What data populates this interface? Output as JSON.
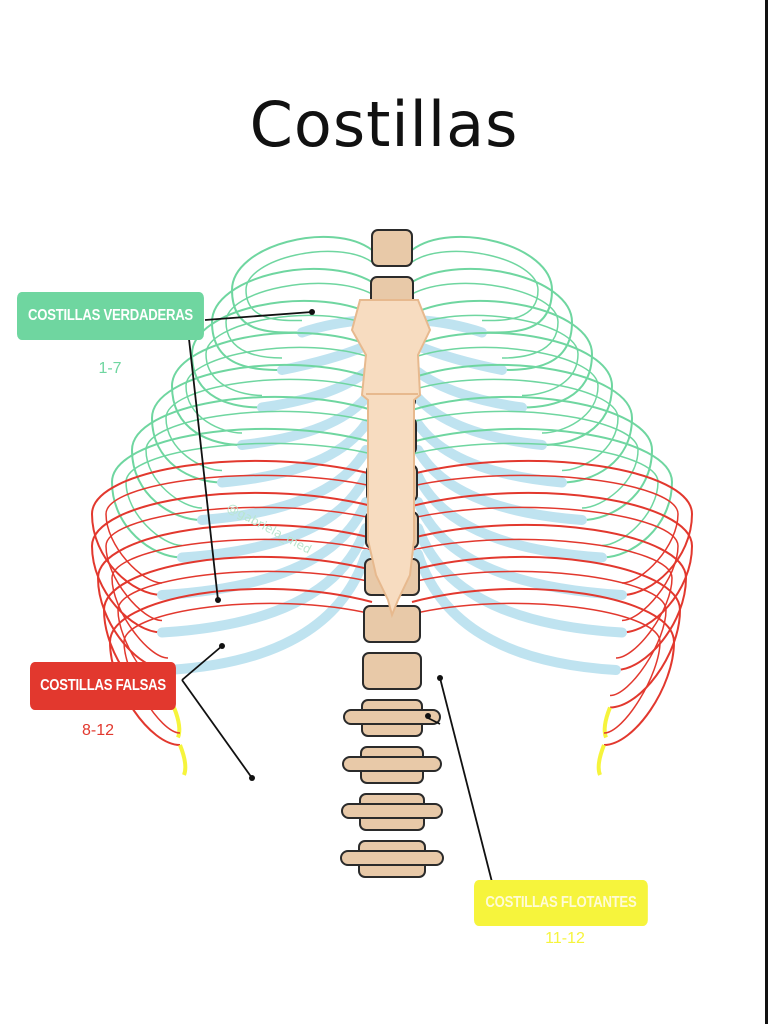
{
  "title": "Costillas",
  "labels": {
    "true_ribs": {
      "name": "COSTILLAS VERDADERAS",
      "range": "1-7",
      "color": "#6fd6a0"
    },
    "false_ribs": {
      "name": "COSTILLAS FALSAS",
      "range": "8-12",
      "color": "#e2382e"
    },
    "floating_ribs": {
      "name": "COSTILLAS FLOTANTES",
      "range": "11-12",
      "color": "#f6f43c"
    }
  },
  "colors": {
    "bone": "#f3d6b6",
    "vertebra": "#e8c9a8",
    "cartilage": "#bfe3f0",
    "outline": "#2b2b2b"
  },
  "watermark": "@gabriela_med"
}
